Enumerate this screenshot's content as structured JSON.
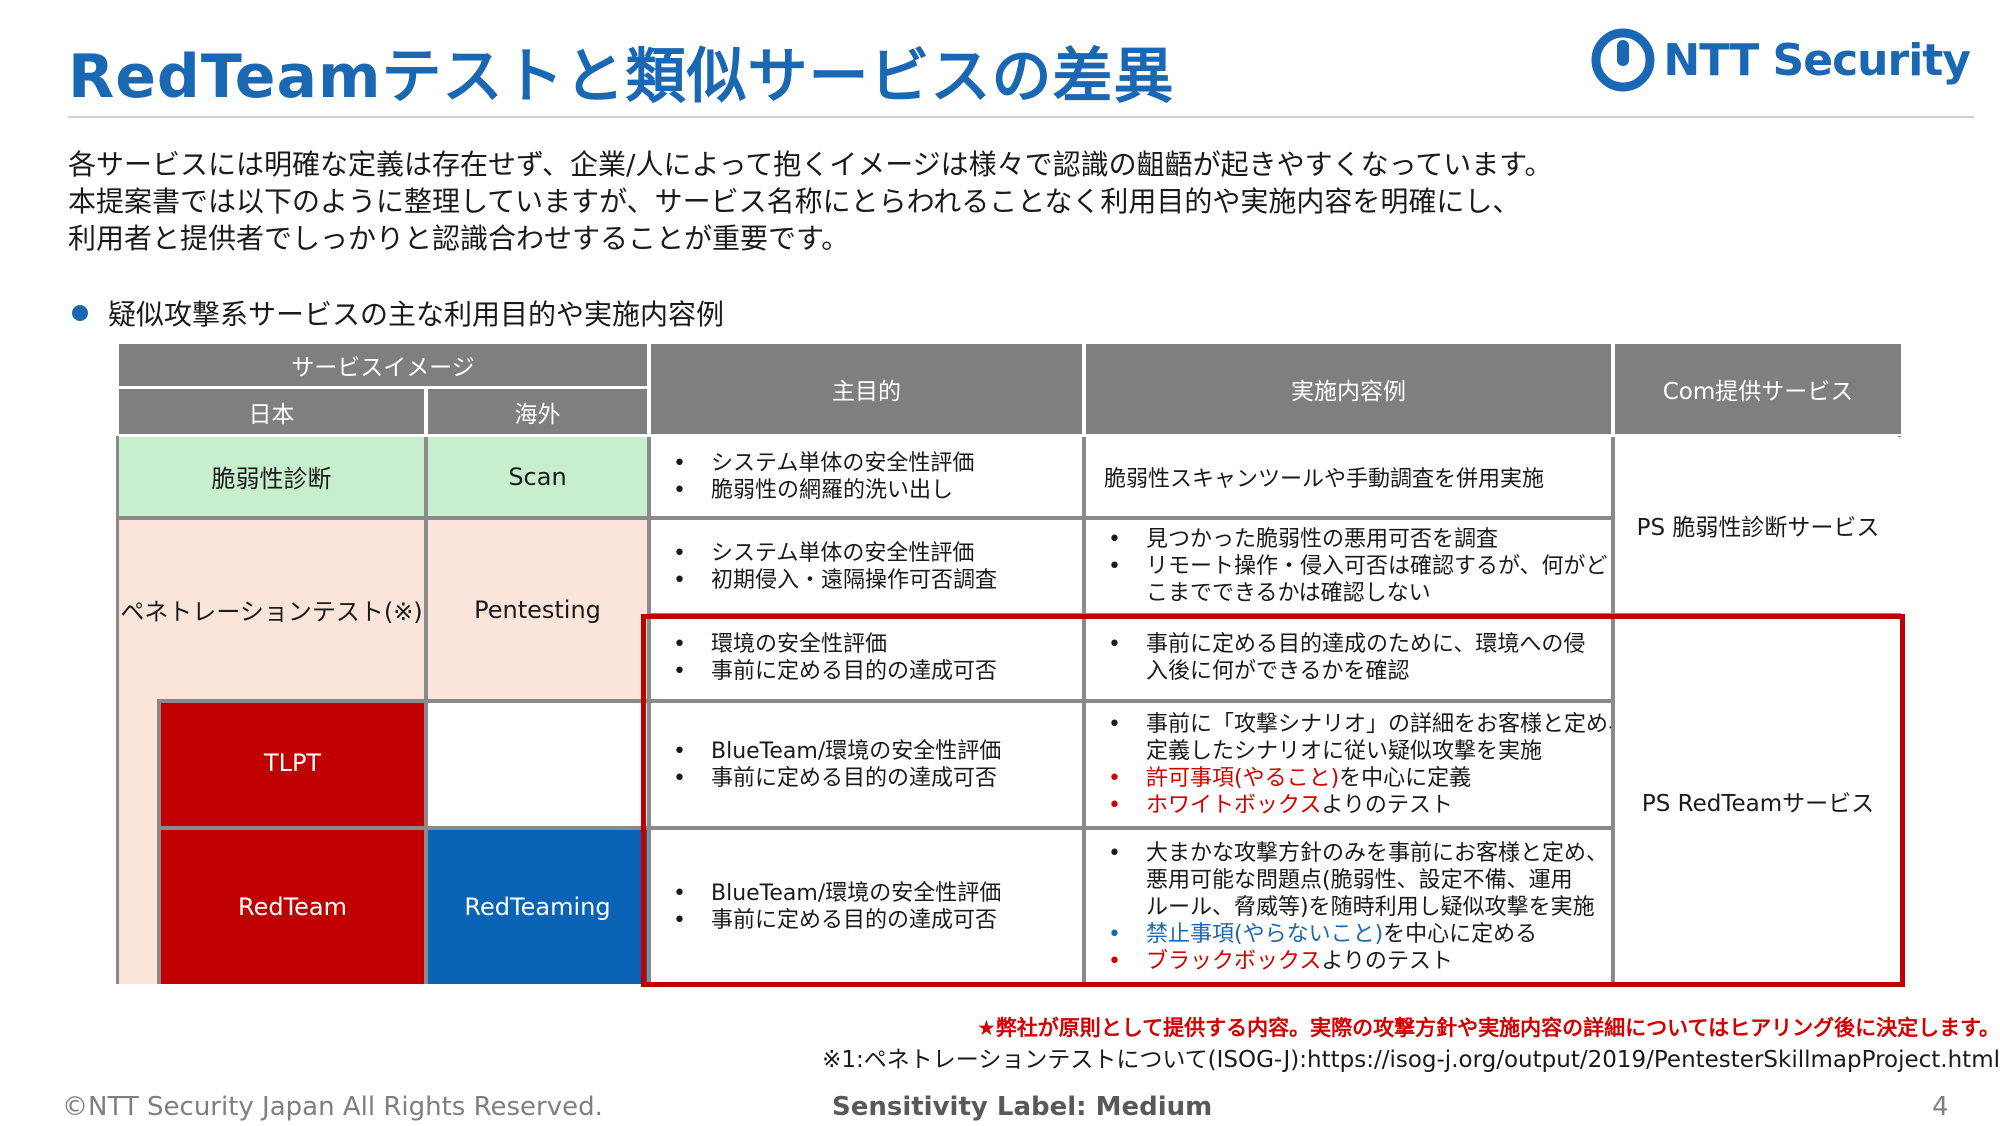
{
  "header": {
    "title": "RedTeamテストと類似サービスの差異",
    "logo_text": "NTT Security",
    "logo_icon": "ntt-logo-icon"
  },
  "intro": {
    "line1": "各サービスには明確な定義は存在せず、企業/人によって抱くイメージは様々で認識の齟齬が起きやすくなっています。",
    "line2": "本提案書では以下のように整理していますが、サービス名称にとらわれることなく利用目的や実施内容を明確にし、",
    "line3": "利用者と提供者でしっかりと認識合わせすることが重要です。"
  },
  "section_heading": "疑似攻撃系サービスの主な利用目的や実施内容例",
  "table": {
    "headers": {
      "service_image": "サービスイメージ",
      "japan": "日本",
      "overseas": "海外",
      "purpose": "主目的",
      "examples": "実施内容例",
      "com_service": "Com提供サービス"
    },
    "labels": {
      "vuln_diag": "脆弱性診断",
      "scan": "Scan",
      "pentest": "ペネトレーションテスト(※)",
      "pentesting": "Pentesting",
      "tlpt": "TLPT",
      "redteam": "RedTeam",
      "redteaming": "RedTeaming"
    },
    "rows": [
      {
        "purpose": [
          "システム単体の安全性評価",
          "脆弱性の網羅的洗い出し"
        ],
        "examples": [
          "脆弱性スキャンツールや手動調査を併用実施"
        ]
      },
      {
        "purpose": [
          "システム単体の安全性評価",
          "初期侵入・遠隔操作可否調査"
        ],
        "examples": [
          "見つかった脆弱性の悪用可否を調査",
          "リモート操作・侵入可否は確認するが、何がど",
          "こまでできるかは確認しない"
        ]
      },
      {
        "purpose": [
          "環境の安全性評価",
          "事前に定める目的の達成可否"
        ],
        "examples": [
          "事前に定める目的達成のために、環境への侵",
          "入後に何ができるかを確認"
        ]
      },
      {
        "purpose": [
          "BlueTeam/環境の安全性評価",
          "事前に定める目的の達成可否"
        ],
        "examples": [
          "事前に「攻撃シナリオ」の詳細をお客様と定め、",
          "定義したシナリオに従い疑似攻撃を実施"
        ],
        "ex_red1_hl": "許可事項(やること)",
        "ex_red1_rest": "を中心に定義",
        "ex_red2_hl": "ホワイトボックス",
        "ex_red2_rest": "よりのテスト"
      },
      {
        "purpose": [
          "BlueTeam/環境の安全性評価",
          "事前に定める目的の達成可否"
        ],
        "examples": [
          "大まかな攻撃方針のみを事前にお客様と定め、",
          "悪用可能な問題点(脆弱性、設定不備、運用",
          "ルール、脅威等)を随時利用し疑似攻撃を実施"
        ],
        "ex_blue_hl": "禁止事項(やらないこと)",
        "ex_blue_rest": "を中心に定める",
        "ex_red_hl": "ブラックボックス",
        "ex_red_rest": "よりのテスト"
      }
    ],
    "services": {
      "ps_vuln": "PS 脆弱性診断サービス",
      "ps_redteam": "PS RedTeamサービス"
    },
    "colors": {
      "header": "#7f7f7f",
      "green": "#c8efcd",
      "pink": "#fbe5db",
      "red": "#c00000",
      "blue": "#0b63b5",
      "accent": "#1a68b4"
    }
  },
  "notes": {
    "red_note": "★弊社が原則として提供する内容。実際の攻撃方針や実施内容の詳細についてはヒアリング後に決定します。",
    "reference": "※1:ペネトレーションテストについて(ISOG-J):https://isog-j.org/output/2019/PentesterSkillmapProject.html"
  },
  "footer": {
    "copyright": "©NTT Security Japan All Rights Reserved.",
    "sensitivity": "Sensitivity Label: Medium",
    "page_number": "4"
  }
}
